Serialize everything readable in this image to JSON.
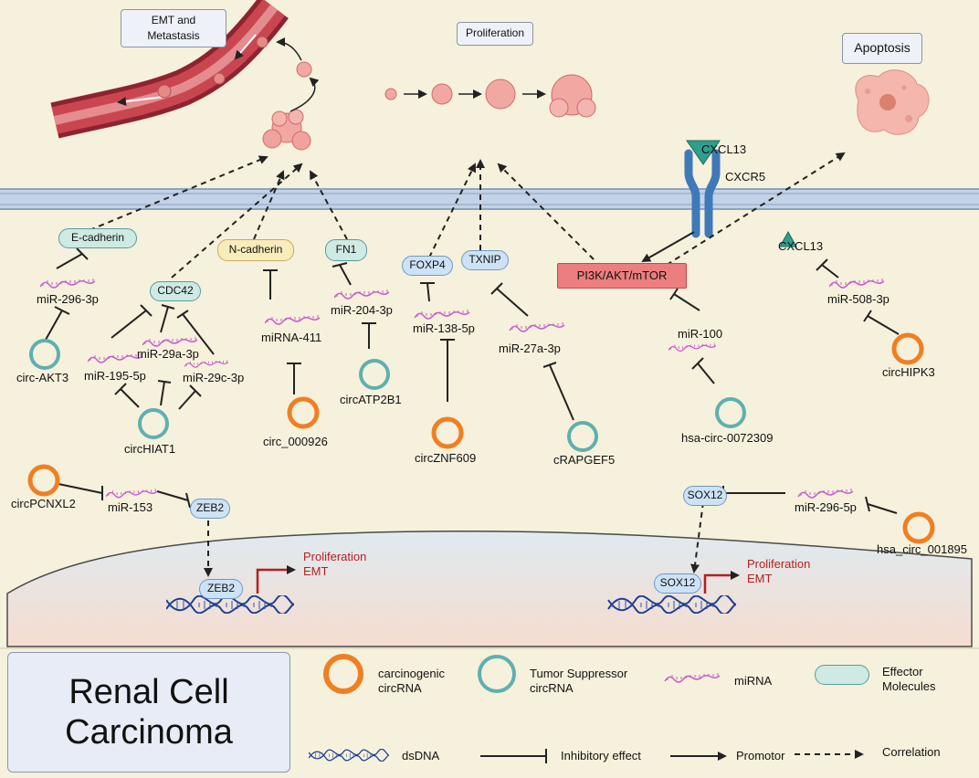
{
  "process_labels": {
    "emt": "EMT and\nMetastasis",
    "proliferation": "Proliferation",
    "apoptosis": "Apoptosis"
  },
  "effectors": {
    "e_cadherin": "E-cadherin",
    "cdc42": "CDC42",
    "n_cadherin": "N-cadherin",
    "fn1": "FN1",
    "foxp4": "FOXP4",
    "txnip": "TXNIP",
    "pi3k": "PI3K/AKT/mTOR",
    "cxcl13_top": "CXCL13",
    "cxcr5": "CXCR5",
    "cxcl13_right": "CXCL13",
    "zeb2_cyto": "ZEB2",
    "zeb2_nuc": "ZEB2",
    "sox12_cyto": "SOX12",
    "sox12_nuc": "SOX12"
  },
  "mirnas": {
    "mir_296_3p": "miR-296-3p",
    "mir_29a_3p": "miR-29a-3p",
    "mir_195_5p": "miR-195-5p",
    "mir_29c_3p": "miR-29c-3p",
    "mirna_411": "miRNA-411",
    "mir_204_3p": "miR-204-3p",
    "mir_138_5p": "miR-138-5p",
    "mir_27a_3p": "miR-27a-3p",
    "mir_100": "miR-100",
    "mir_508_3p": "miR-508-3p",
    "mir_153": "miR-153",
    "mir_296_5p": "miR-296-5p"
  },
  "circrnas": {
    "circ_akt3": "circ-AKT3",
    "circhiat1": "circHIAT1",
    "circ_000926": "circ_000926",
    "circatp2b1": "circATP2B1",
    "circznf609": "circZNF609",
    "crapgef5": "cRAPGEF5",
    "hsa_circ_0072309": "hsa-circ-0072309",
    "circhipk3": "circHIPK3",
    "circpcnxl2": "circPCNXL2",
    "hsa_circ_001895": "hsa_circ_001895"
  },
  "outcomes": {
    "left": {
      "line1": "Proliferation",
      "line2": "EMT"
    },
    "right": {
      "line1": "Proliferation",
      "line2": "EMT"
    }
  },
  "legend": {
    "title": "Renal Cell\nCarcinoma",
    "carcinogenic": "carcinogenic\ncircRNA",
    "suppressor": "Tumor  Suppressor\ncircRNA",
    "mirna": "miRNA",
    "effector": "Effector\nMolecules",
    "dsdna": "dsDNA",
    "inhibitory": "Inhibitory effect",
    "promotor": "Promotor",
    "correlation": "Correlation"
  },
  "colors": {
    "carcinogenic": "#f07f22",
    "suppressor": "#5fb0b0",
    "mirna": "#c45fc8",
    "effector": "#cfe9e3",
    "pi3k": "#ec7e7f",
    "outcome_text": "#b51e1e",
    "dna": "#1e3e8e"
  }
}
